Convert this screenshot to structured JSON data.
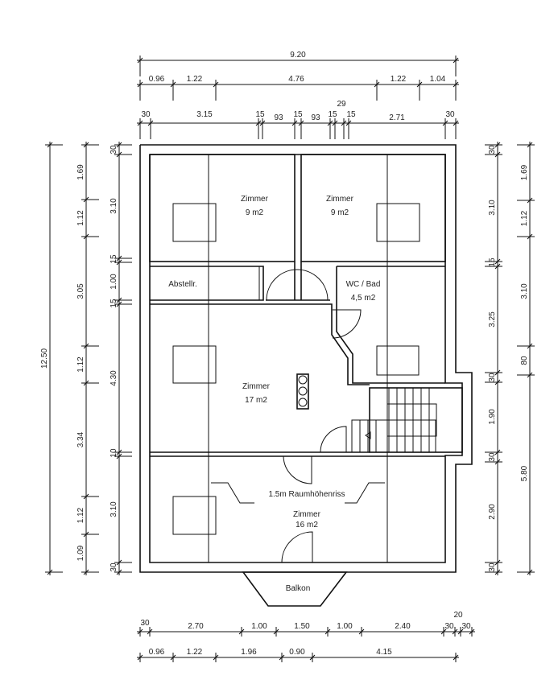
{
  "rooms": {
    "zimmer_top_left": {
      "name": "Zimmer",
      "area": "9 m2"
    },
    "zimmer_top_right": {
      "name": "Zimmer",
      "area": "9 m2"
    },
    "abstellraum": {
      "name": "Abstellr."
    },
    "wc_bad": {
      "name": "WC / Bad",
      "area": "4,5 m2"
    },
    "zimmer_middle": {
      "name": "Zimmer",
      "area": "17 m2"
    },
    "zimmer_bottom": {
      "name": "Zimmer",
      "area": "16 m2"
    },
    "balkon": {
      "name": "Balkon"
    }
  },
  "annotations": {
    "room_height_line": "1.5m Raumhöhenriss"
  },
  "dimensions": {
    "top_total": [
      "9.20"
    ],
    "top_windows": [
      "0.96",
      "1.22",
      "4.76",
      "1.22",
      "1.04"
    ],
    "top_walls": [
      "30",
      "3.15",
      "15",
      "93",
      "15",
      "93",
      "15",
      "29",
      "15",
      "2.71",
      "30"
    ],
    "left_total": [
      "12.50"
    ],
    "left_windows": [
      "1.69",
      "1.12",
      "3.05",
      "1.12",
      "3.34",
      "1.12",
      "1.09"
    ],
    "left_walls": [
      "30",
      "3.10",
      "15",
      "1.00",
      "15",
      "4.30",
      "10",
      "3.10",
      "30"
    ],
    "right_walls": [
      "30",
      "3.10",
      "15",
      "3.25",
      "30",
      "1.90",
      "30",
      "2.90",
      "30"
    ],
    "right_windows": [
      "1.69",
      "1.12",
      "3.10",
      "80",
      "5.80"
    ],
    "bottom_walls": [
      "30",
      "2.70",
      "1.00",
      "1.50",
      "1.00",
      "2.40",
      "30",
      "20",
      "30"
    ],
    "bottom_windows": [
      "0.96",
      "1.22",
      "1.96",
      "0.90",
      "4.15"
    ]
  }
}
